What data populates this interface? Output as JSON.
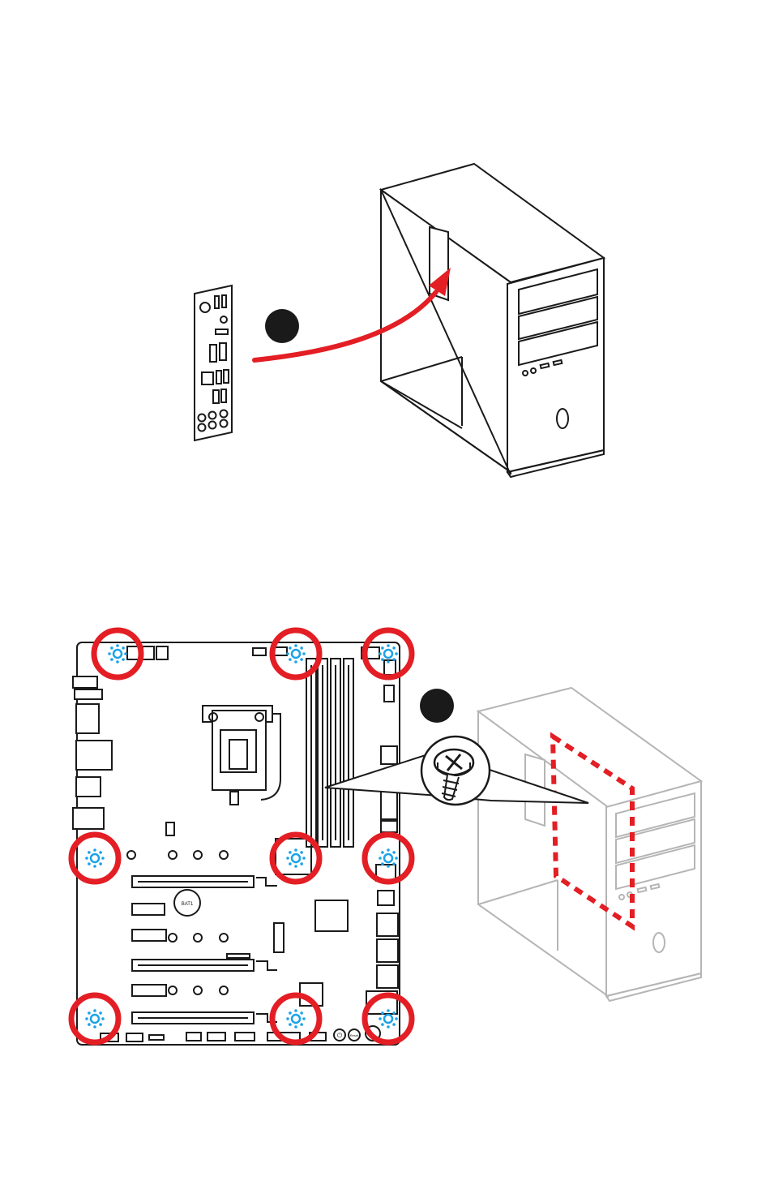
{
  "colors": {
    "accent_red": "#e31e24",
    "standoff_blue": "#1aa3e8",
    "line": "#1a1a1a",
    "case_gray": "#b5b5b5",
    "step_badge": "#1a1a1a"
  },
  "steps": [
    {
      "name": "step-1-badge",
      "label": ""
    },
    {
      "name": "step-2-badge",
      "label": ""
    }
  ],
  "board_labels": {
    "battery": "BAT1",
    "power_button": "⏻",
    "reset_button": "Reset"
  },
  "standoff_count": 9
}
